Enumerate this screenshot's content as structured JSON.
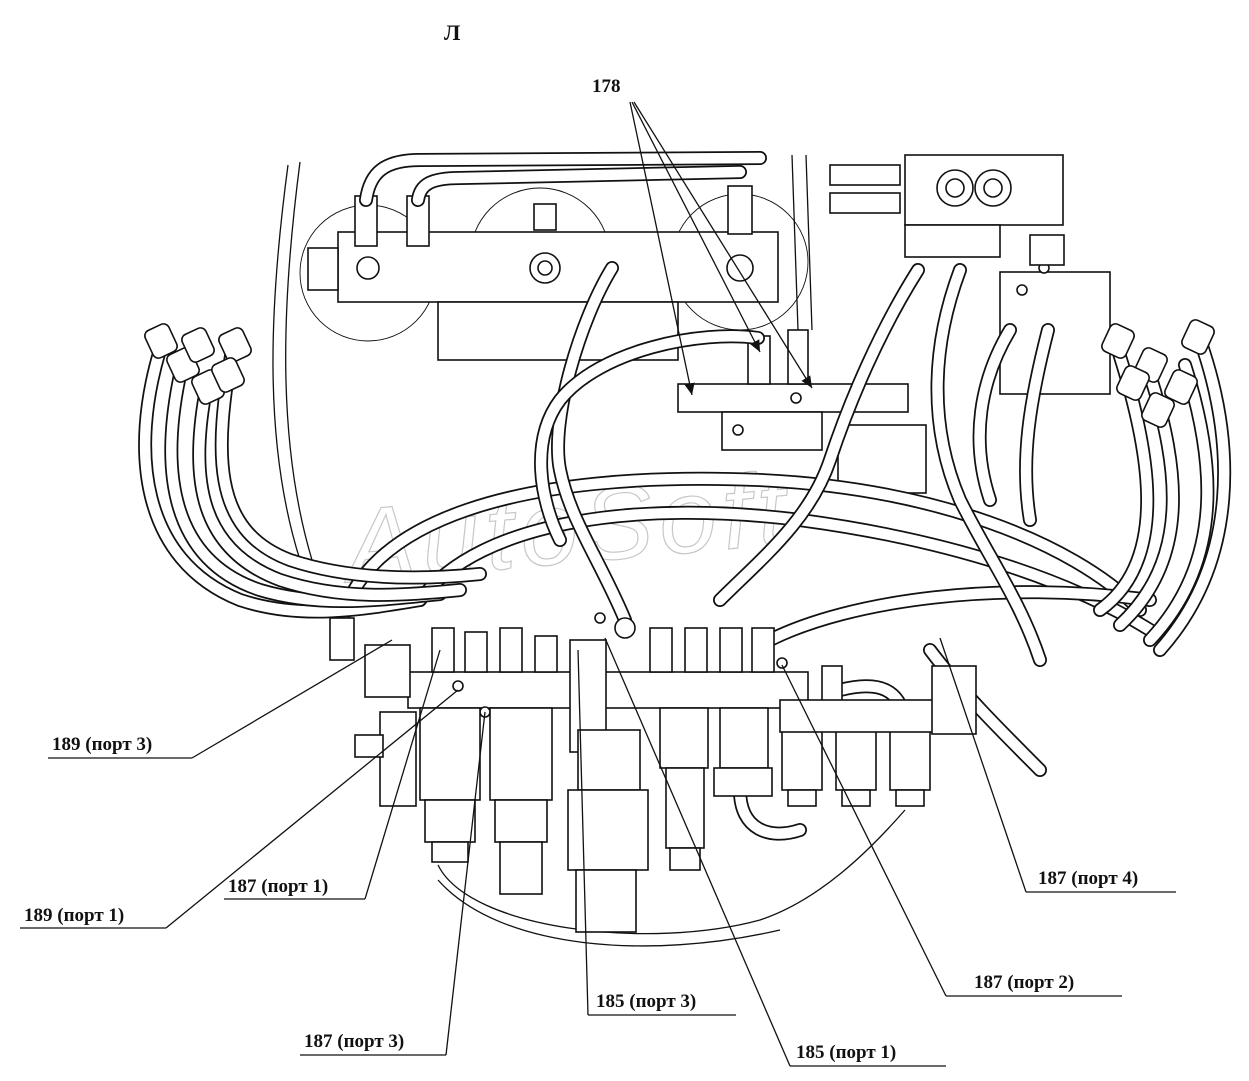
{
  "view_title": "Л",
  "watermark": "AutoSoft",
  "callouts": {
    "c178": "178",
    "c189_p3": "189 (порт 3)",
    "c189_p1": "189 (порт 1)",
    "c187_p1": "187 (порт 1)",
    "c187_p3": "187 (порт 3)",
    "c185_p3": "185 (порт 3)",
    "c185_p1": "185 (порт 1)",
    "c187_p2": "187 (порт 2)",
    "c187_p4": "187 (порт 4)"
  }
}
